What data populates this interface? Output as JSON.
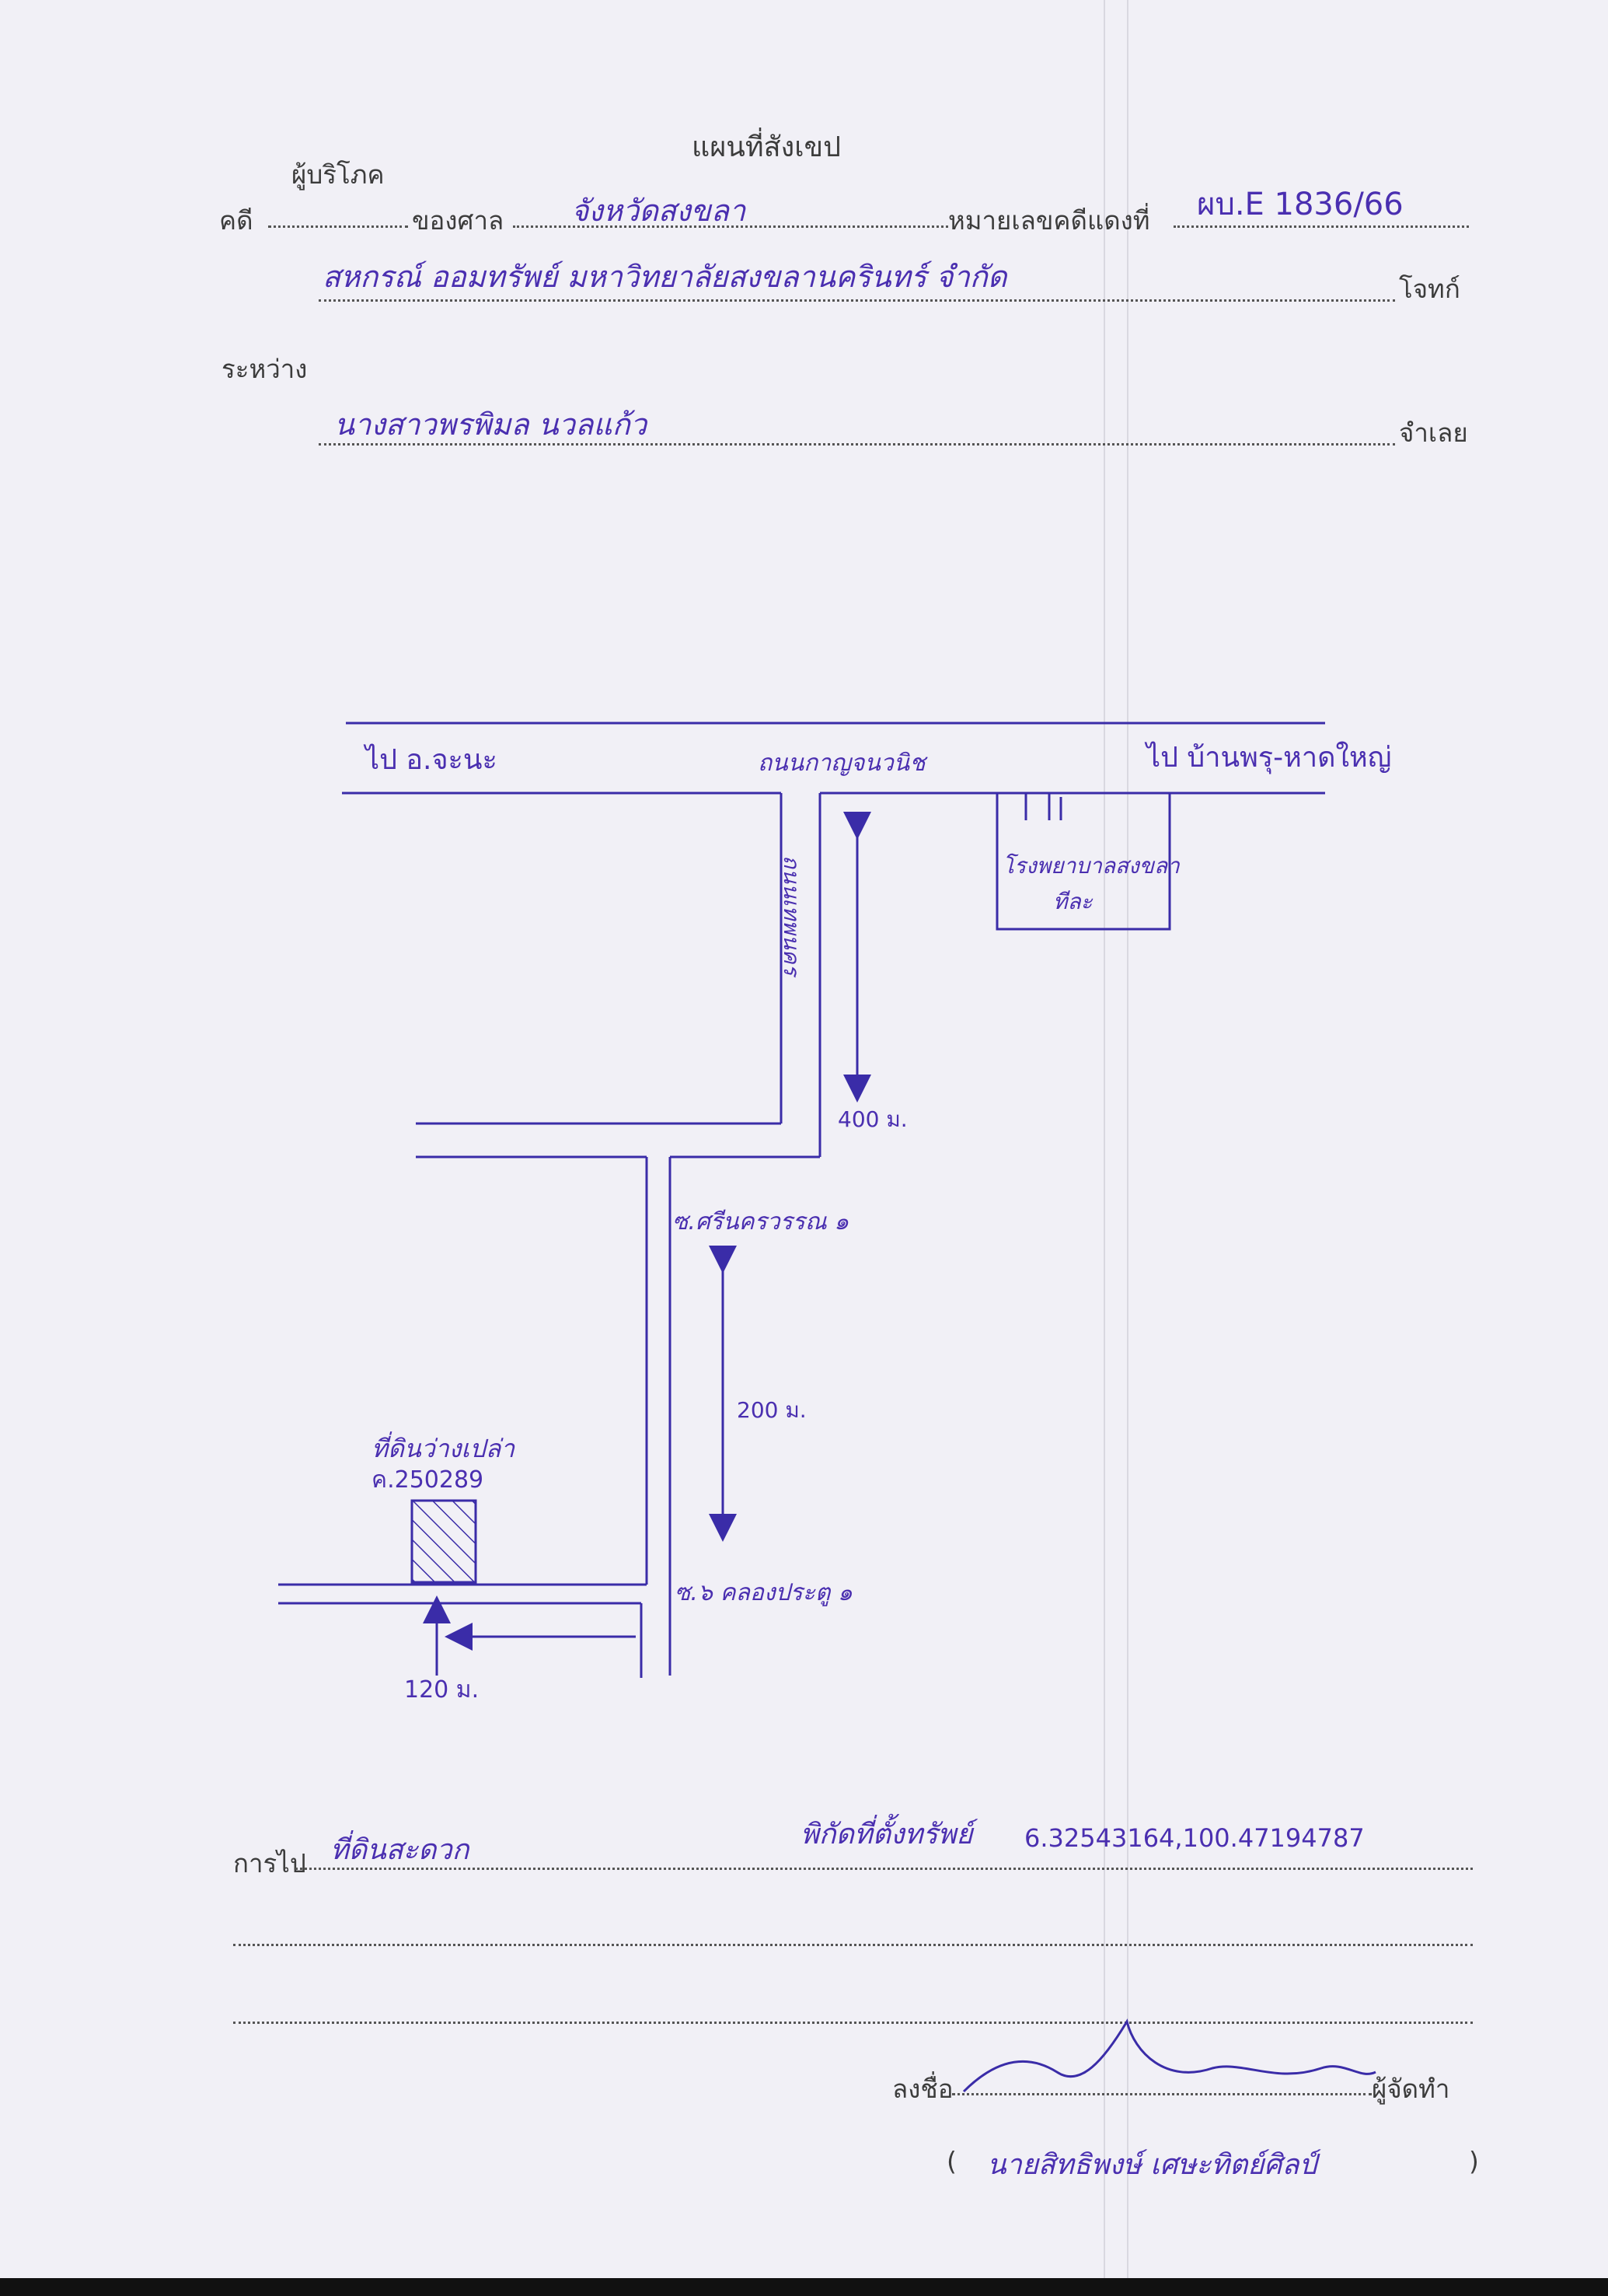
{
  "header": {
    "title": "แผนที่สังเขป",
    "case_label": "คดี",
    "case_type": "ผู้บริโภค",
    "court_label": "ของศาล",
    "court_name": "จังหวัดสงขลา",
    "case_no_label": "หมายเลขคดีแดงที่",
    "case_no": "ผบ.E 1836/66"
  },
  "parties": {
    "plaintiff": "สหกรณ์ ออมทรัพย์ มหาวิทยาลัยสงขลานครินทร์ จำกัด",
    "plaintiff_label": "โจทก์",
    "between_label": "ระหว่าง",
    "defendant": "นางสาวพรพิมล นวลแก้ว",
    "defendant_label": "จำเลย"
  },
  "map": {
    "left_direction": "ไป อ.จะนะ",
    "right_direction": "ไป บ้านพรุ-หาดใหญ่",
    "main_road": "ถนนกาญจนวนิช",
    "side_road": "ถนนเทพนคร",
    "hospital": [
      "โรงพยาบาลสงขลา",
      "ทีละ"
    ],
    "dist_400": "400 ม.",
    "soi_1": "ซ.ศรีนครวรรณ ๑",
    "dist_200": "200 ม.",
    "parcel_label": "ที่ดินว่างเปล่า",
    "parcel_no": "ค.250289",
    "soi_2": "ซ.๖ คลองประตู ๑",
    "dist_120": "120 ม."
  },
  "footer": {
    "directions_label": "การไป",
    "directions_value": "ที่ดินสะดวก",
    "coords_label": "พิกัดที่ตั้งทรัพย์",
    "coords": "6.32543164,100.47194787",
    "sign_label": "ลงชื่อ",
    "preparer_label": "ผู้จัดทำ",
    "open_paren": "(",
    "close_paren": ")",
    "preparer_name": "นายสิทธิพงษ์ เศษะทิตย์ศิลป์"
  },
  "colors": {
    "ink": "#3a2ca8",
    "print": "#3c3c3c"
  }
}
